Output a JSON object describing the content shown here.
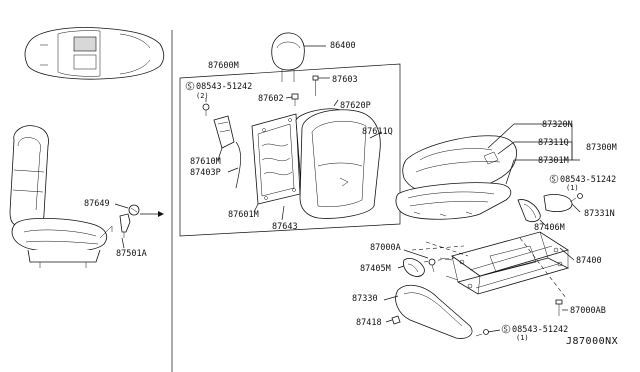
{
  "diagram": {
    "reference": "J87000NX",
    "labels": {
      "p86400": "86400",
      "p87600M": "87600M",
      "p08543_51242_a": "08543-51242",
      "qty_a": "(2)",
      "p87603": "87603",
      "p87602": "87602",
      "p87620P": "87620P",
      "p87610M": "87610M",
      "p87611Q": "87611Q",
      "p87403P": "87403P",
      "p87601M": "87601M",
      "p87643": "87643",
      "p87649": "87649",
      "p87501A": "87501A",
      "p87320N": "87320N",
      "p87311Q": "87311Q",
      "p87300M": "87300M",
      "p87301M": "87301M",
      "p08543_51242_b": "08543-51242",
      "qty_b": "(1)",
      "p87331N": "87331N",
      "p87406M": "87406M",
      "p87000A": "87000A",
      "p87405M": "87405M",
      "p87400": "87400",
      "p87330": "87330",
      "p87000AB": "87000AB",
      "p87418": "87418",
      "p08543_51242_c": "08543-51242",
      "qty_c": "(1)",
      "circled_s": "S"
    }
  }
}
